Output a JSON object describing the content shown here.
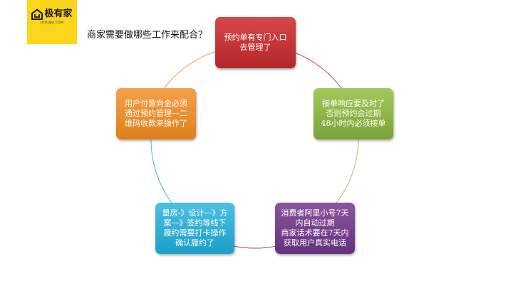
{
  "logo": {
    "name": "极有家",
    "sub": "JIYOUJIA.COM",
    "bg_color": "#f9d51c"
  },
  "title": "商家需要做哪些工作来配合？",
  "nodes": {
    "top": {
      "lines": [
        "预约单有专门入口",
        "去管理了"
      ],
      "color": "#c3343a"
    },
    "right": {
      "lines": [
        "接单响应要及时了",
        "否则预约会过期",
        "48小时内必须接单"
      ],
      "color": "#8db446"
    },
    "bottom_right": {
      "lines": [
        "消费者阿里小号7天",
        "内自动过期",
        "商家话术要在7天内",
        "获取用户真实电话"
      ],
      "color": "#77408d"
    },
    "bottom_left": {
      "lines": [
        "量房-》设计—》方",
        "案—》签约等线下",
        "履约需要打卡操作",
        "确认履约了"
      ],
      "color": "#2eaed6"
    },
    "left": {
      "lines": [
        "用户付意向金必须",
        "通过预约管理—二",
        "维码收款来操作了"
      ],
      "color": "#ec8d2c"
    }
  }
}
